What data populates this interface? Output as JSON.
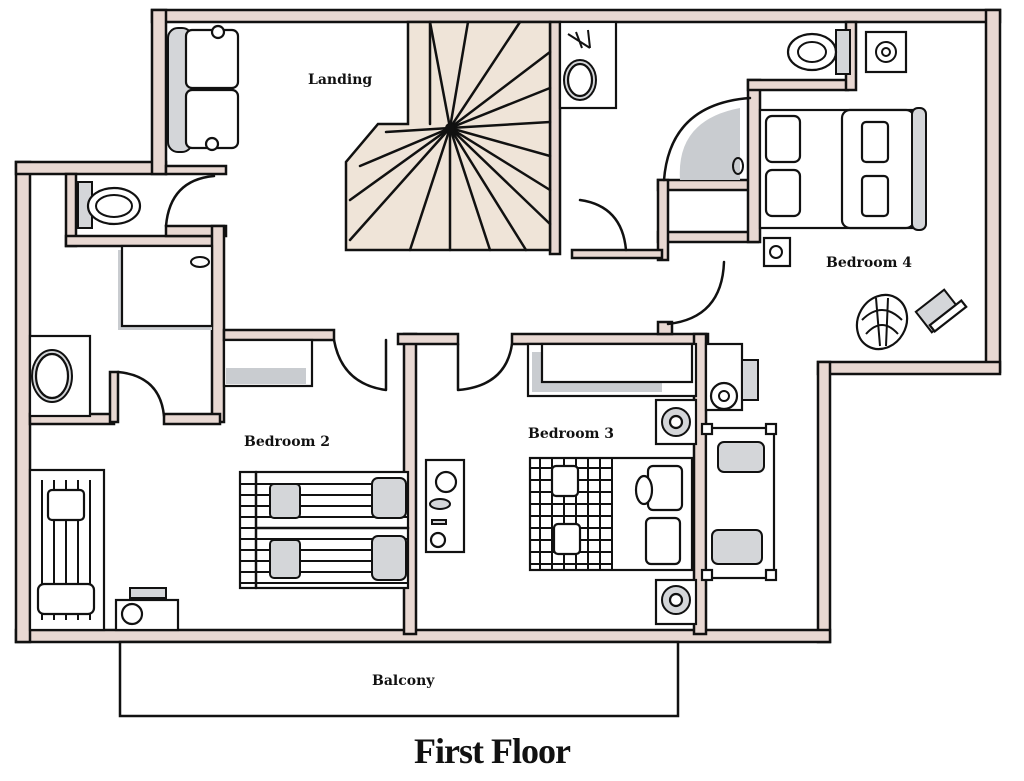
{
  "plan": {
    "title": "First Floor",
    "rooms": {
      "landing": "Landing",
      "bedroom2": "Bedroom 2",
      "bedroom3": "Bedroom 3",
      "bedroom4": "Bedroom 4",
      "balcony": "Balcony"
    }
  },
  "colors": {
    "wall_fill": "#e8d8d2",
    "stair_fill": "#efe4d8",
    "shadow": "#c9ccd0",
    "ink": "#111111"
  }
}
